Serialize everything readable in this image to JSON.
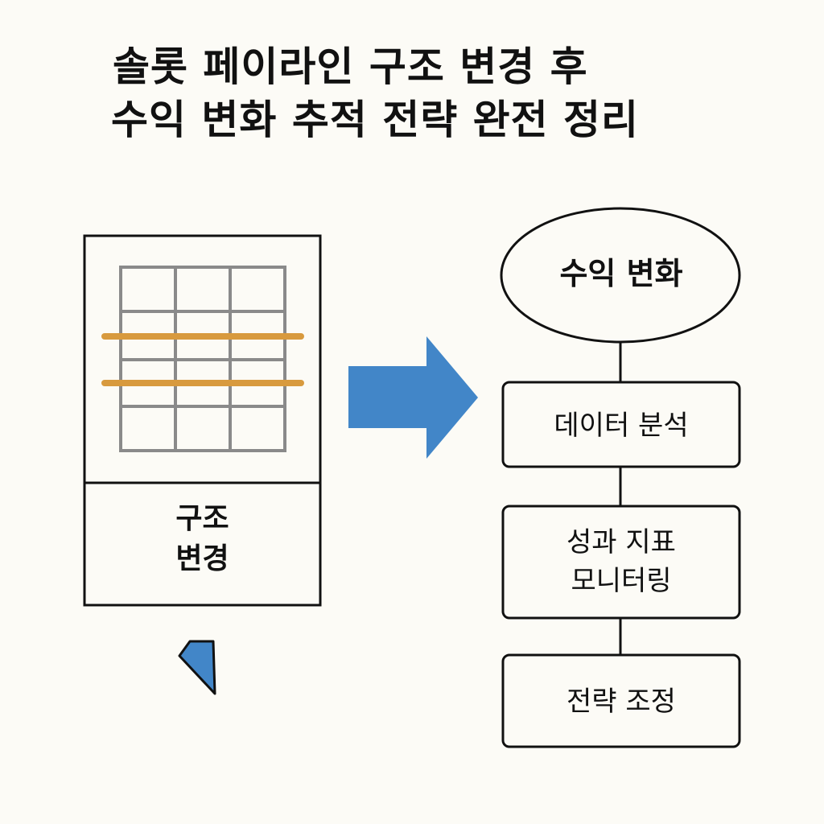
{
  "title": {
    "line1": "솔롯 페이라인 구조 변경 후",
    "line2": "수익 변화 추적 전략 완전 정리"
  },
  "structure_box": {
    "label_line1": "구조",
    "label_line2": "변경"
  },
  "flow": {
    "top_node": "수익 변화",
    "steps": [
      {
        "line1": "데이터 분석",
        "line2": ""
      },
      {
        "line1": "성과 지표",
        "line2": "모니터링"
      },
      {
        "line1": "전략 조정",
        "line2": ""
      }
    ]
  },
  "colors": {
    "arrow": "#4286c8",
    "payline": "#d89a3e",
    "grid": "#8a8a8a",
    "stroke": "#111111",
    "background": "#fcfbf6"
  }
}
